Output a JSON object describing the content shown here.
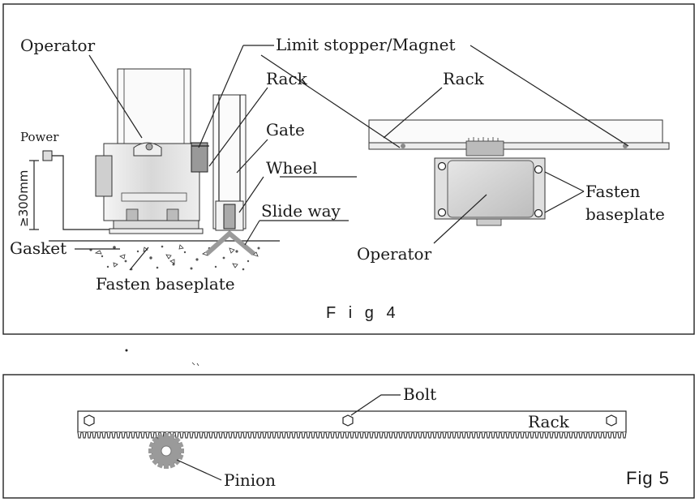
{
  "fig4": {
    "caption": "F i g 4",
    "labels": {
      "operator_left": "Operator",
      "limit_stopper": "Limit stopper/Magnet",
      "rack_left": "Rack",
      "gate": "Gate",
      "wheel": "Wheel",
      "slide_way": "Slide way",
      "power": "Power",
      "height": "≥300mm",
      "gasket": "Gasket",
      "fasten_baseplate_bottom": "Fasten baseplate",
      "rack_right": "Rack",
      "fasten_right_line1": "Fasten",
      "fasten_right_line2": "baseplate",
      "operator_right": "Operator"
    }
  },
  "fig5": {
    "caption": "Fig 5",
    "labels": {
      "bolt": "Bolt",
      "rack": "Rack",
      "pinion": "Pinion"
    }
  }
}
